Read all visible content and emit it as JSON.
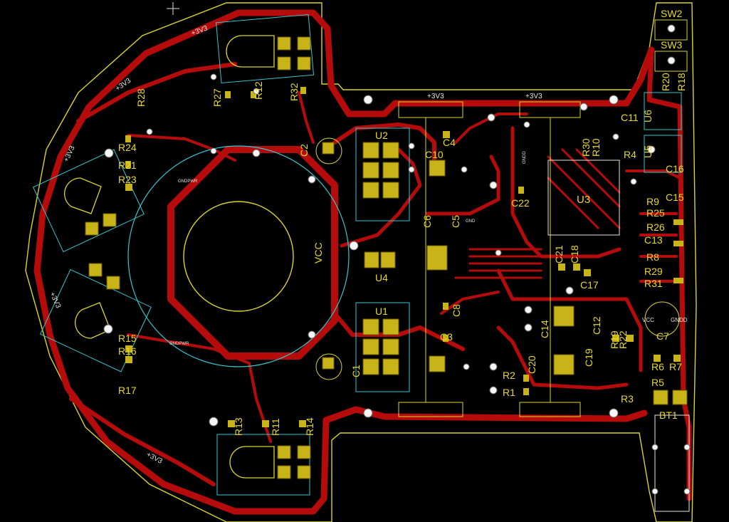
{
  "colors": {
    "background": "#000000",
    "copper": "#b50b0b",
    "outline": "#d8d430",
    "label": "#e8d829",
    "courtyard": "#34c8d0",
    "pad": "#c8b418",
    "silk": "#e8e6e0",
    "via": "#ffffff"
  },
  "cursor": {
    "icon": "crosshair-icon"
  },
  "nets": {
    "v1": "+3V3",
    "v2": "+3V3",
    "v3": "+3V3",
    "v4": "+3V3",
    "v5": "+3V3",
    "v6": "+3V3",
    "v7": "+3V3",
    "vcc": "VCC"
  },
  "components": {
    "SW2": "SW2",
    "SW3": "SW3",
    "R20": "R20",
    "R18": "R18",
    "C11": "C11",
    "U6": "U6",
    "U5": "U5",
    "C16": "C16",
    "C15": "C15",
    "R9": "R9",
    "R25": "R25",
    "R26": "R26",
    "C13": "C13",
    "R8": "R8",
    "R29": "R29",
    "R31": "R31",
    "C7": "C7",
    "R6": "R6",
    "R7": "R7",
    "R5": "R5",
    "BT1": "BT1",
    "R3": "R3",
    "R22": "R22",
    "R19": "R19",
    "C12": "C12",
    "C14": "C14",
    "C19": "C19",
    "C20": "C20",
    "R2": "R2",
    "R1": "R1",
    "C17": "C17",
    "C18": "C18",
    "C21": "C21",
    "C22": "C22",
    "U3": "U3",
    "R30": "R30",
    "R10": "R10",
    "R4": "R4",
    "C4": "C4",
    "C10": "C10",
    "U2": "U2",
    "C2": "C2",
    "U4": "U4",
    "C6": "C6",
    "C5": "C5",
    "C8": "C8",
    "C3": "C3",
    "U1": "U1",
    "C1": "C1",
    "R28": "R28",
    "R27": "R27",
    "R32": "R32",
    "R24": "R24",
    "R21": "R21",
    "R23": "R23",
    "R15": "R15",
    "R16": "R16",
    "R17": "R17",
    "R13": "R13",
    "R11": "R11",
    "R14": "R14",
    "R12": "R12"
  },
  "silk_text": {
    "gndpwr_a": "GNDPWR",
    "gndpwr_b": "GNDPWR",
    "gnd_a": "GND",
    "gndd_a": "GNDD",
    "vcc_small": "VCC",
    "gndd_b": "GNDD"
  }
}
